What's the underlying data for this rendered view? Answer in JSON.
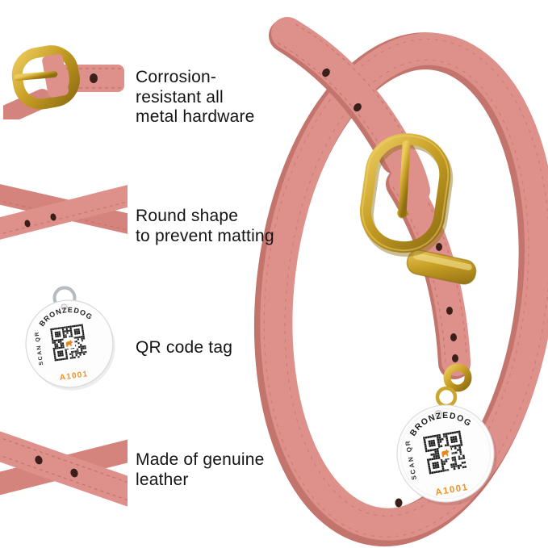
{
  "features": [
    {
      "id": "metal-hardware",
      "label": "Corrosion-\nresistant all\nmetal hardware"
    },
    {
      "id": "round-shape",
      "label": "Round shape\nto prevent matting"
    },
    {
      "id": "qr-code-tag",
      "label": "QR code tag"
    },
    {
      "id": "genuine-leather",
      "label": "Made of genuine\nleather"
    }
  ],
  "tag": {
    "brand": "BRONZEDOG",
    "scan_label": "SCAN QR",
    "code": "A1001"
  },
  "colors": {
    "collar_pink": "#DE908A",
    "collar_shadow": "#C2746D",
    "stitch": "#B5675F",
    "hole": "#3A1F1B",
    "gold": "#C79F24",
    "tag_white": "#FDFDFD",
    "code_orange": "#F0921E",
    "logo_orange": "#E8851C",
    "silver": "#B6BBC1",
    "label_text": "#141414"
  }
}
